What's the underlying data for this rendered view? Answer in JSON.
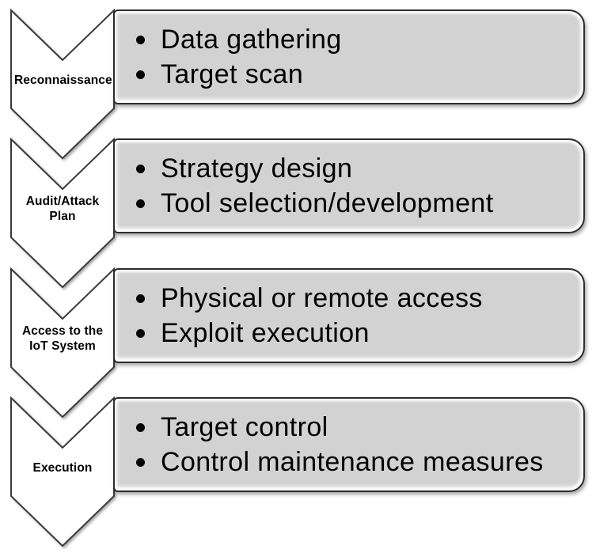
{
  "diagram_title": "IoT attack phases chevron process diagram",
  "colors": {
    "background": "#ffffff",
    "box_fill": "#d2d2d2",
    "box_border": "#2d2d2d",
    "chevron_fill": "#ffffff",
    "chevron_border": "#3a3a3a",
    "text": "#000000"
  },
  "stages": [
    {
      "label": "Reconnaissance",
      "items": [
        "Data gathering",
        "Target scan"
      ]
    },
    {
      "label": "Audit/Attack Plan",
      "items": [
        "Strategy design",
        "Tool selection/development"
      ]
    },
    {
      "label": "Access to the IoT System",
      "items": [
        "Physical or remote access",
        "Exploit execution"
      ]
    },
    {
      "label": "Execution",
      "items": [
        "Target control",
        "Control maintenance measures"
      ]
    }
  ]
}
